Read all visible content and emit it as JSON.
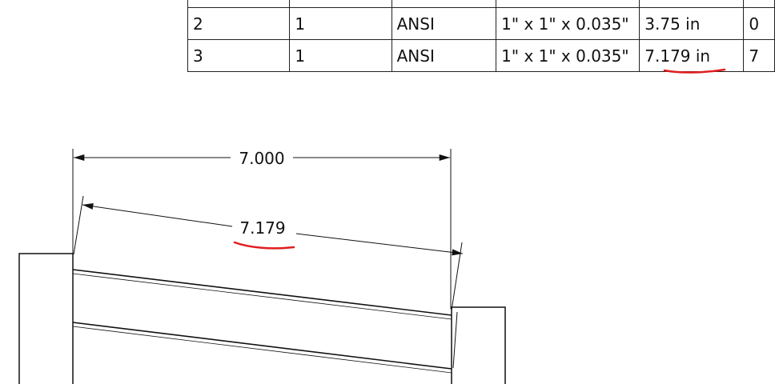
{
  "table": {
    "rows": [
      [
        "",
        "",
        "",
        "",
        "",
        ""
      ],
      [
        "2",
        "1",
        "ANSI",
        "1\" x 1\" x 0.035\"",
        "3.75 in",
        "0"
      ],
      [
        "3",
        "1",
        "ANSI",
        "1\" x 1\" x 0.035\"",
        "7.179 in",
        "7"
      ]
    ]
  },
  "drawing": {
    "dim_horizontal": "7.000",
    "dim_angled": "7.179"
  },
  "colors": {
    "line": "#111111",
    "markup": "#e01e1e"
  }
}
